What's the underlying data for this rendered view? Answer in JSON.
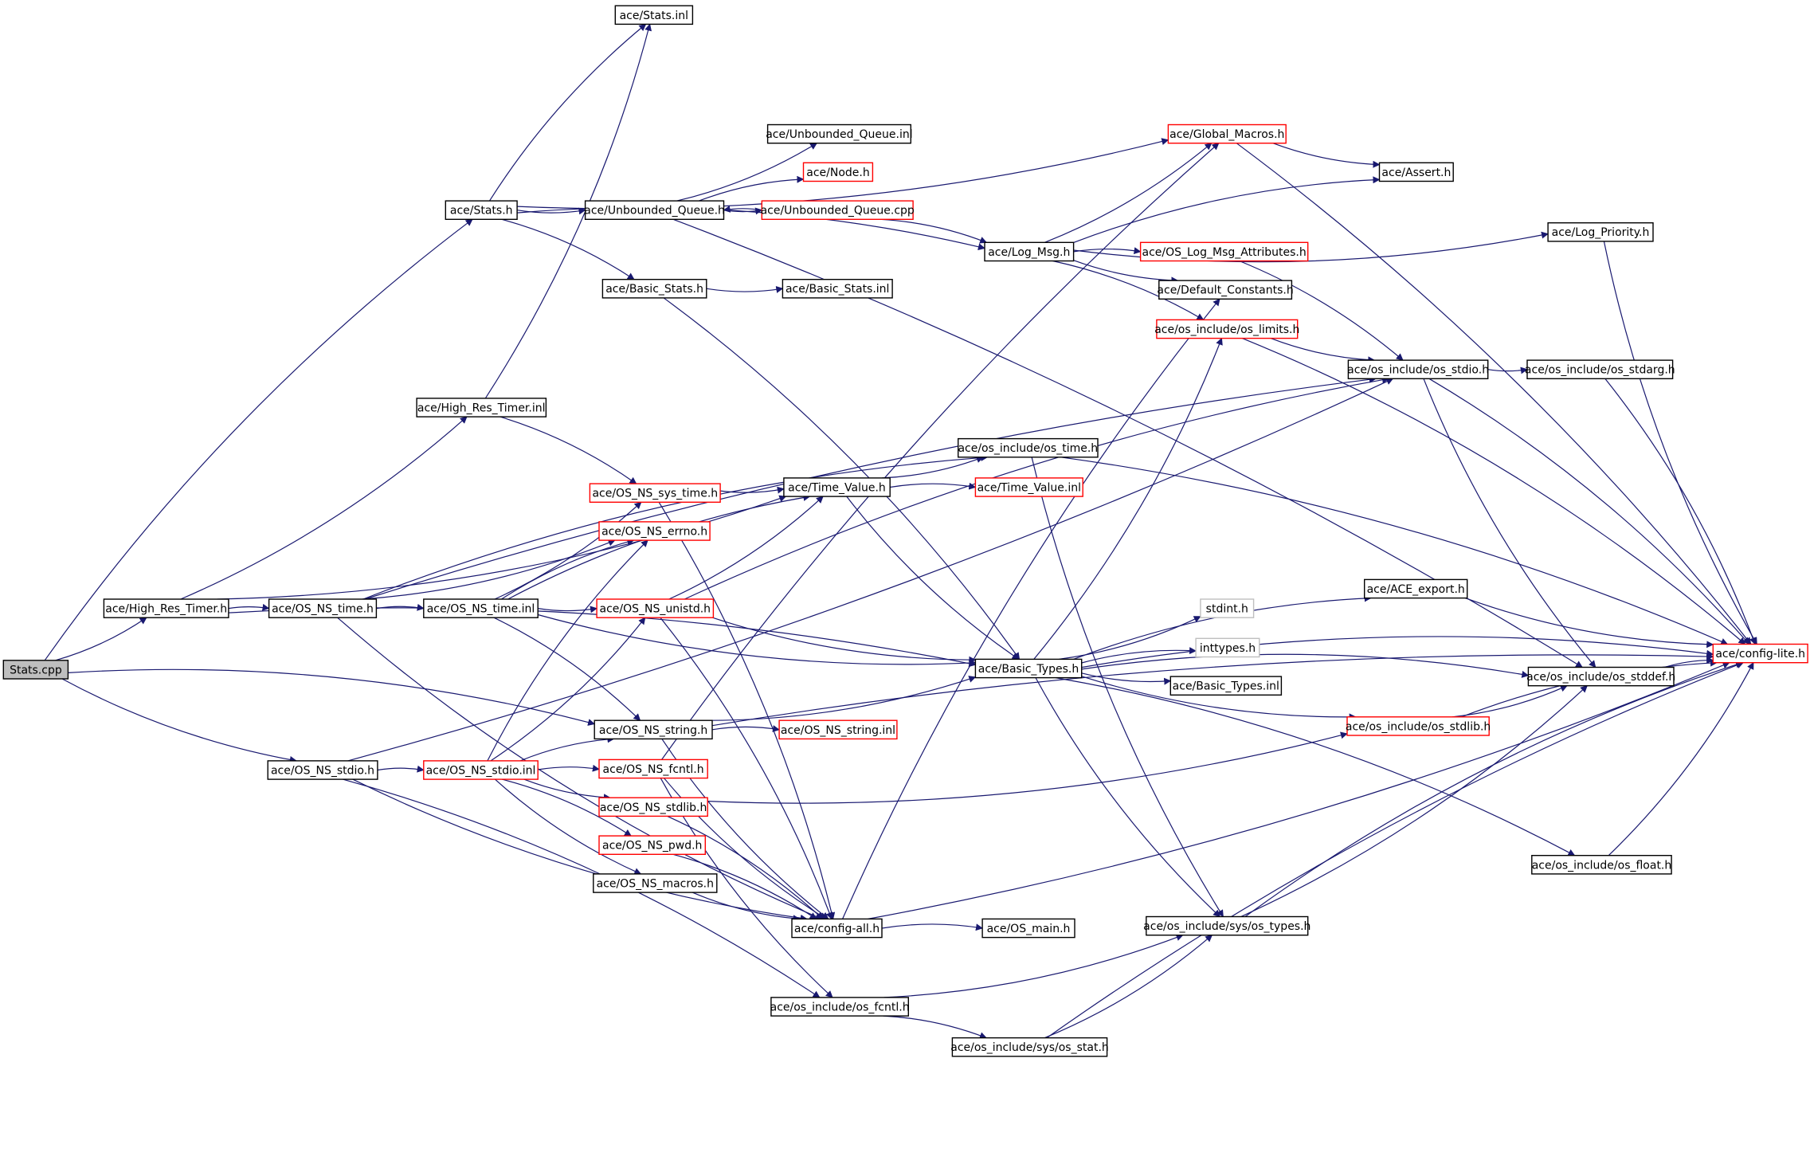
{
  "diagram": {
    "nodes": [
      {
        "id": "stats_cpp",
        "label": "Stats.cpp",
        "style": "root"
      },
      {
        "id": "stats_h",
        "label": "ace/Stats.h",
        "style": "black"
      },
      {
        "id": "stats_inl",
        "label": "ace/Stats.inl",
        "style": "black"
      },
      {
        "id": "global_macros_h",
        "label": "ace/Global_Macros.h",
        "style": "red"
      },
      {
        "id": "unbounded_queue_inl",
        "label": "ace/Unbounded_Queue.inl",
        "style": "black"
      },
      {
        "id": "node_h",
        "label": "ace/Node.h",
        "style": "red"
      },
      {
        "id": "unbounded_queue_h",
        "label": "ace/Unbounded_Queue.h",
        "style": "black"
      },
      {
        "id": "unbounded_queue_cpp",
        "label": "ace/Unbounded_Queue.cpp",
        "style": "red"
      },
      {
        "id": "assert_h",
        "label": "ace/Assert.h",
        "style": "black"
      },
      {
        "id": "log_priority_h",
        "label": "ace/Log_Priority.h",
        "style": "black"
      },
      {
        "id": "log_msg_h",
        "label": "ace/Log_Msg.h",
        "style": "black"
      },
      {
        "id": "os_log_msg_attr_h",
        "label": "ace/OS_Log_Msg_Attributes.h",
        "style": "red"
      },
      {
        "id": "basic_stats_h",
        "label": "ace/Basic_Stats.h",
        "style": "black"
      },
      {
        "id": "basic_stats_inl",
        "label": "ace/Basic_Stats.inl",
        "style": "black"
      },
      {
        "id": "default_constants_h",
        "label": "ace/Default_Constants.h",
        "style": "black"
      },
      {
        "id": "os_limits_h",
        "label": "ace/os_include/os_limits.h",
        "style": "red"
      },
      {
        "id": "os_stdio_h",
        "label": "ace/os_include/os_stdio.h",
        "style": "black"
      },
      {
        "id": "os_stdarg_h",
        "label": "ace/os_include/os_stdarg.h",
        "style": "black"
      },
      {
        "id": "high_res_timer_inl",
        "label": "ace/High_Res_Timer.inl",
        "style": "black"
      },
      {
        "id": "os_time_h",
        "label": "ace/os_include/os_time.h",
        "style": "black"
      },
      {
        "id": "os_ns_sys_time_h",
        "label": "ace/OS_NS_sys_time.h",
        "style": "red"
      },
      {
        "id": "time_value_h",
        "label": "ace/Time_Value.h",
        "style": "black"
      },
      {
        "id": "time_value_inl",
        "label": "ace/Time_Value.inl",
        "style": "red"
      },
      {
        "id": "os_ns_errno_h",
        "label": "ace/OS_NS_errno.h",
        "style": "red"
      },
      {
        "id": "ace_export_h",
        "label": "ace/ACE_export.h",
        "style": "black"
      },
      {
        "id": "high_res_timer_h",
        "label": "ace/High_Res_Timer.h",
        "style": "black"
      },
      {
        "id": "os_ns_time_h",
        "label": "ace/OS_NS_time.h",
        "style": "black"
      },
      {
        "id": "os_ns_time_inl",
        "label": "ace/OS_NS_time.inl",
        "style": "black"
      },
      {
        "id": "os_ns_unistd_h",
        "label": "ace/OS_NS_unistd.h",
        "style": "red"
      },
      {
        "id": "stdint_h",
        "label": "stdint.h",
        "style": "gray"
      },
      {
        "id": "inttypes_h",
        "label": "inttypes.h",
        "style": "gray"
      },
      {
        "id": "config_lite_h",
        "label": "ace/config-lite.h",
        "style": "red"
      },
      {
        "id": "basic_types_h",
        "label": "ace/Basic_Types.h",
        "style": "black"
      },
      {
        "id": "basic_types_inl",
        "label": "ace/Basic_Types.inl",
        "style": "black"
      },
      {
        "id": "os_stddef_h",
        "label": "ace/os_include/os_stddef.h",
        "style": "black"
      },
      {
        "id": "os_ns_string_h",
        "label": "ace/OS_NS_string.h",
        "style": "black"
      },
      {
        "id": "os_ns_string_inl",
        "label": "ace/OS_NS_string.inl",
        "style": "red"
      },
      {
        "id": "os_stdlib_h",
        "label": "ace/os_include/os_stdlib.h",
        "style": "red"
      },
      {
        "id": "os_ns_stdio_h",
        "label": "ace/OS_NS_stdio.h",
        "style": "black"
      },
      {
        "id": "os_ns_stdio_inl",
        "label": "ace/OS_NS_stdio.inl",
        "style": "red"
      },
      {
        "id": "os_ns_fcntl_h",
        "label": "ace/OS_NS_fcntl.h",
        "style": "red"
      },
      {
        "id": "os_ns_stdlib_h",
        "label": "ace/OS_NS_stdlib.h",
        "style": "red"
      },
      {
        "id": "os_ns_pwd_h",
        "label": "ace/OS_NS_pwd.h",
        "style": "red"
      },
      {
        "id": "os_ns_macros_h",
        "label": "ace/OS_NS_macros.h",
        "style": "black"
      },
      {
        "id": "os_float_h",
        "label": "ace/os_include/os_float.h",
        "style": "black"
      },
      {
        "id": "config_all_h",
        "label": "ace/config-all.h",
        "style": "black"
      },
      {
        "id": "os_main_h",
        "label": "ace/OS_main.h",
        "style": "black"
      },
      {
        "id": "os_types_h",
        "label": "ace/os_include/sys/os_types.h",
        "style": "black"
      },
      {
        "id": "os_fcntl_h",
        "label": "ace/os_include/os_fcntl.h",
        "style": "black"
      },
      {
        "id": "os_stat_h",
        "label": "ace/os_include/sys/os_stat.h",
        "style": "black"
      }
    ],
    "edges": [
      [
        "stats_cpp",
        "stats_h"
      ],
      [
        "stats_cpp",
        "high_res_timer_h"
      ],
      [
        "stats_cpp",
        "os_ns_string_h"
      ],
      [
        "stats_cpp",
        "os_ns_stdio_h"
      ],
      [
        "stats_h",
        "stats_inl"
      ],
      [
        "stats_h",
        "unbounded_queue_h"
      ],
      [
        "stats_h",
        "basic_stats_h"
      ],
      [
        "stats_h",
        "global_macros_h"
      ],
      [
        "stats_h",
        "log_msg_h"
      ],
      [
        "unbounded_queue_h",
        "unbounded_queue_inl"
      ],
      [
        "unbounded_queue_h",
        "node_h"
      ],
      [
        "unbounded_queue_h",
        "unbounded_queue_cpp"
      ],
      [
        "unbounded_queue_h",
        "os_stddef_h"
      ],
      [
        "unbounded_queue_cpp",
        "unbounded_queue_h"
      ],
      [
        "unbounded_queue_cpp",
        "log_msg_h"
      ],
      [
        "global_macros_h",
        "assert_h"
      ],
      [
        "global_macros_h",
        "config_lite_h"
      ],
      [
        "log_msg_h",
        "global_macros_h"
      ],
      [
        "log_msg_h",
        "assert_h"
      ],
      [
        "log_msg_h",
        "log_priority_h"
      ],
      [
        "log_msg_h",
        "os_log_msg_attr_h"
      ],
      [
        "log_msg_h",
        "default_constants_h"
      ],
      [
        "log_msg_h",
        "os_limits_h"
      ],
      [
        "log_priority_h",
        "config_lite_h"
      ],
      [
        "os_log_msg_attr_h",
        "os_stdio_h"
      ],
      [
        "basic_stats_h",
        "basic_stats_inl"
      ],
      [
        "basic_stats_h",
        "basic_types_h"
      ],
      [
        "os_limits_h",
        "os_stdio_h"
      ],
      [
        "os_limits_h",
        "config_lite_h"
      ],
      [
        "os_stdio_h",
        "os_stdarg_h"
      ],
      [
        "os_stdio_h",
        "config_lite_h"
      ],
      [
        "os_stdio_h",
        "os_stddef_h"
      ],
      [
        "os_stdarg_h",
        "config_lite_h"
      ],
      [
        "high_res_timer_h",
        "high_res_timer_inl"
      ],
      [
        "high_res_timer_h",
        "os_ns_time_h"
      ],
      [
        "high_res_timer_h",
        "time_value_h"
      ],
      [
        "high_res_timer_h",
        "basic_types_h"
      ],
      [
        "high_res_timer_inl",
        "stats_inl"
      ],
      [
        "high_res_timer_inl",
        "os_ns_sys_time_h"
      ],
      [
        "os_ns_sys_time_h",
        "time_value_h"
      ],
      [
        "os_ns_sys_time_h",
        "config_all_h"
      ],
      [
        "time_value_h",
        "os_time_h"
      ],
      [
        "time_value_h",
        "time_value_inl"
      ],
      [
        "time_value_h",
        "basic_types_h"
      ],
      [
        "os_time_h",
        "config_lite_h"
      ],
      [
        "os_time_h",
        "os_types_h"
      ],
      [
        "os_ns_time_h",
        "os_ns_time_inl"
      ],
      [
        "os_ns_time_h",
        "os_ns_errno_h"
      ],
      [
        "os_ns_time_h",
        "os_time_h"
      ],
      [
        "os_ns_time_h",
        "config_all_h"
      ],
      [
        "os_ns_time_h",
        "os_stdio_h"
      ],
      [
        "os_ns_time_inl",
        "os_ns_unistd_h"
      ],
      [
        "os_ns_time_inl",
        "os_ns_string_h"
      ],
      [
        "os_ns_time_inl",
        "basic_types_h"
      ],
      [
        "os_ns_time_inl",
        "os_ns_errno_h"
      ],
      [
        "os_ns_time_inl",
        "os_ns_sys_time_h"
      ],
      [
        "os_ns_time_inl",
        "time_value_h"
      ],
      [
        "os_ns_unistd_h",
        "basic_types_h"
      ],
      [
        "os_ns_unistd_h",
        "config_all_h"
      ],
      [
        "os_ns_unistd_h",
        "time_value_h"
      ],
      [
        "os_ns_unistd_h",
        "os_stdio_h"
      ],
      [
        "basic_types_h",
        "stdint_h"
      ],
      [
        "basic_types_h",
        "inttypes_h"
      ],
      [
        "basic_types_h",
        "basic_types_inl"
      ],
      [
        "basic_types_h",
        "os_stddef_h"
      ],
      [
        "basic_types_h",
        "os_stdlib_h"
      ],
      [
        "basic_types_h",
        "ace_export_h"
      ],
      [
        "basic_types_h",
        "os_limits_h"
      ],
      [
        "basic_types_h",
        "os_float_h"
      ],
      [
        "basic_types_h",
        "os_types_h"
      ],
      [
        "basic_types_h",
        "config_lite_h"
      ],
      [
        "ace_export_h",
        "config_lite_h"
      ],
      [
        "os_stddef_h",
        "config_lite_h"
      ],
      [
        "os_stdlib_h",
        "os_stddef_h"
      ],
      [
        "os_stdlib_h",
        "config_lite_h"
      ],
      [
        "os_float_h",
        "config_lite_h"
      ],
      [
        "os_ns_string_h",
        "os_ns_string_inl"
      ],
      [
        "os_ns_string_h",
        "basic_types_h"
      ],
      [
        "os_ns_string_h",
        "config_lite_h"
      ],
      [
        "os_ns_string_h",
        "config_all_h"
      ],
      [
        "os_ns_stdio_h",
        "os_ns_stdio_inl"
      ],
      [
        "os_ns_stdio_h",
        "config_all_h"
      ],
      [
        "os_ns_stdio_h",
        "os_fcntl_h"
      ],
      [
        "os_ns_stdio_h",
        "os_stdio_h"
      ],
      [
        "os_ns_stdio_inl",
        "os_ns_fcntl_h"
      ],
      [
        "os_ns_stdio_inl",
        "os_ns_stdlib_h"
      ],
      [
        "os_ns_stdio_inl",
        "os_ns_pwd_h"
      ],
      [
        "os_ns_stdio_inl",
        "os_ns_macros_h"
      ],
      [
        "os_ns_stdio_inl",
        "os_ns_string_h"
      ],
      [
        "os_ns_stdio_inl",
        "os_ns_unistd_h"
      ],
      [
        "os_ns_stdio_inl",
        "os_ns_errno_h"
      ],
      [
        "os_ns_fcntl_h",
        "config_all_h"
      ],
      [
        "os_ns_fcntl_h",
        "global_macros_h"
      ],
      [
        "os_ns_fcntl_h",
        "os_fcntl_h"
      ],
      [
        "os_ns_stdlib_h",
        "config_all_h"
      ],
      [
        "os_ns_stdlib_h",
        "os_stdlib_h"
      ],
      [
        "os_ns_pwd_h",
        "config_all_h"
      ],
      [
        "os_ns_macros_h",
        "config_all_h"
      ],
      [
        "config_all_h",
        "os_main_h"
      ],
      [
        "config_all_h",
        "config_lite_h"
      ],
      [
        "config_all_h",
        "default_constants_h"
      ],
      [
        "os_types_h",
        "os_stddef_h"
      ],
      [
        "os_types_h",
        "config_lite_h"
      ],
      [
        "os_fcntl_h",
        "os_types_h"
      ],
      [
        "os_fcntl_h",
        "os_stat_h"
      ],
      [
        "os_stat_h",
        "os_types_h"
      ],
      [
        "os_stat_h",
        "config_lite_h"
      ]
    ]
  },
  "colors": {
    "edge": "#191970",
    "red_border": "#ff0000",
    "black_border": "#000000",
    "gray_border": "#bfbfbf",
    "root_fill": "#bfbfbf",
    "node_fill": "#ffffff"
  }
}
